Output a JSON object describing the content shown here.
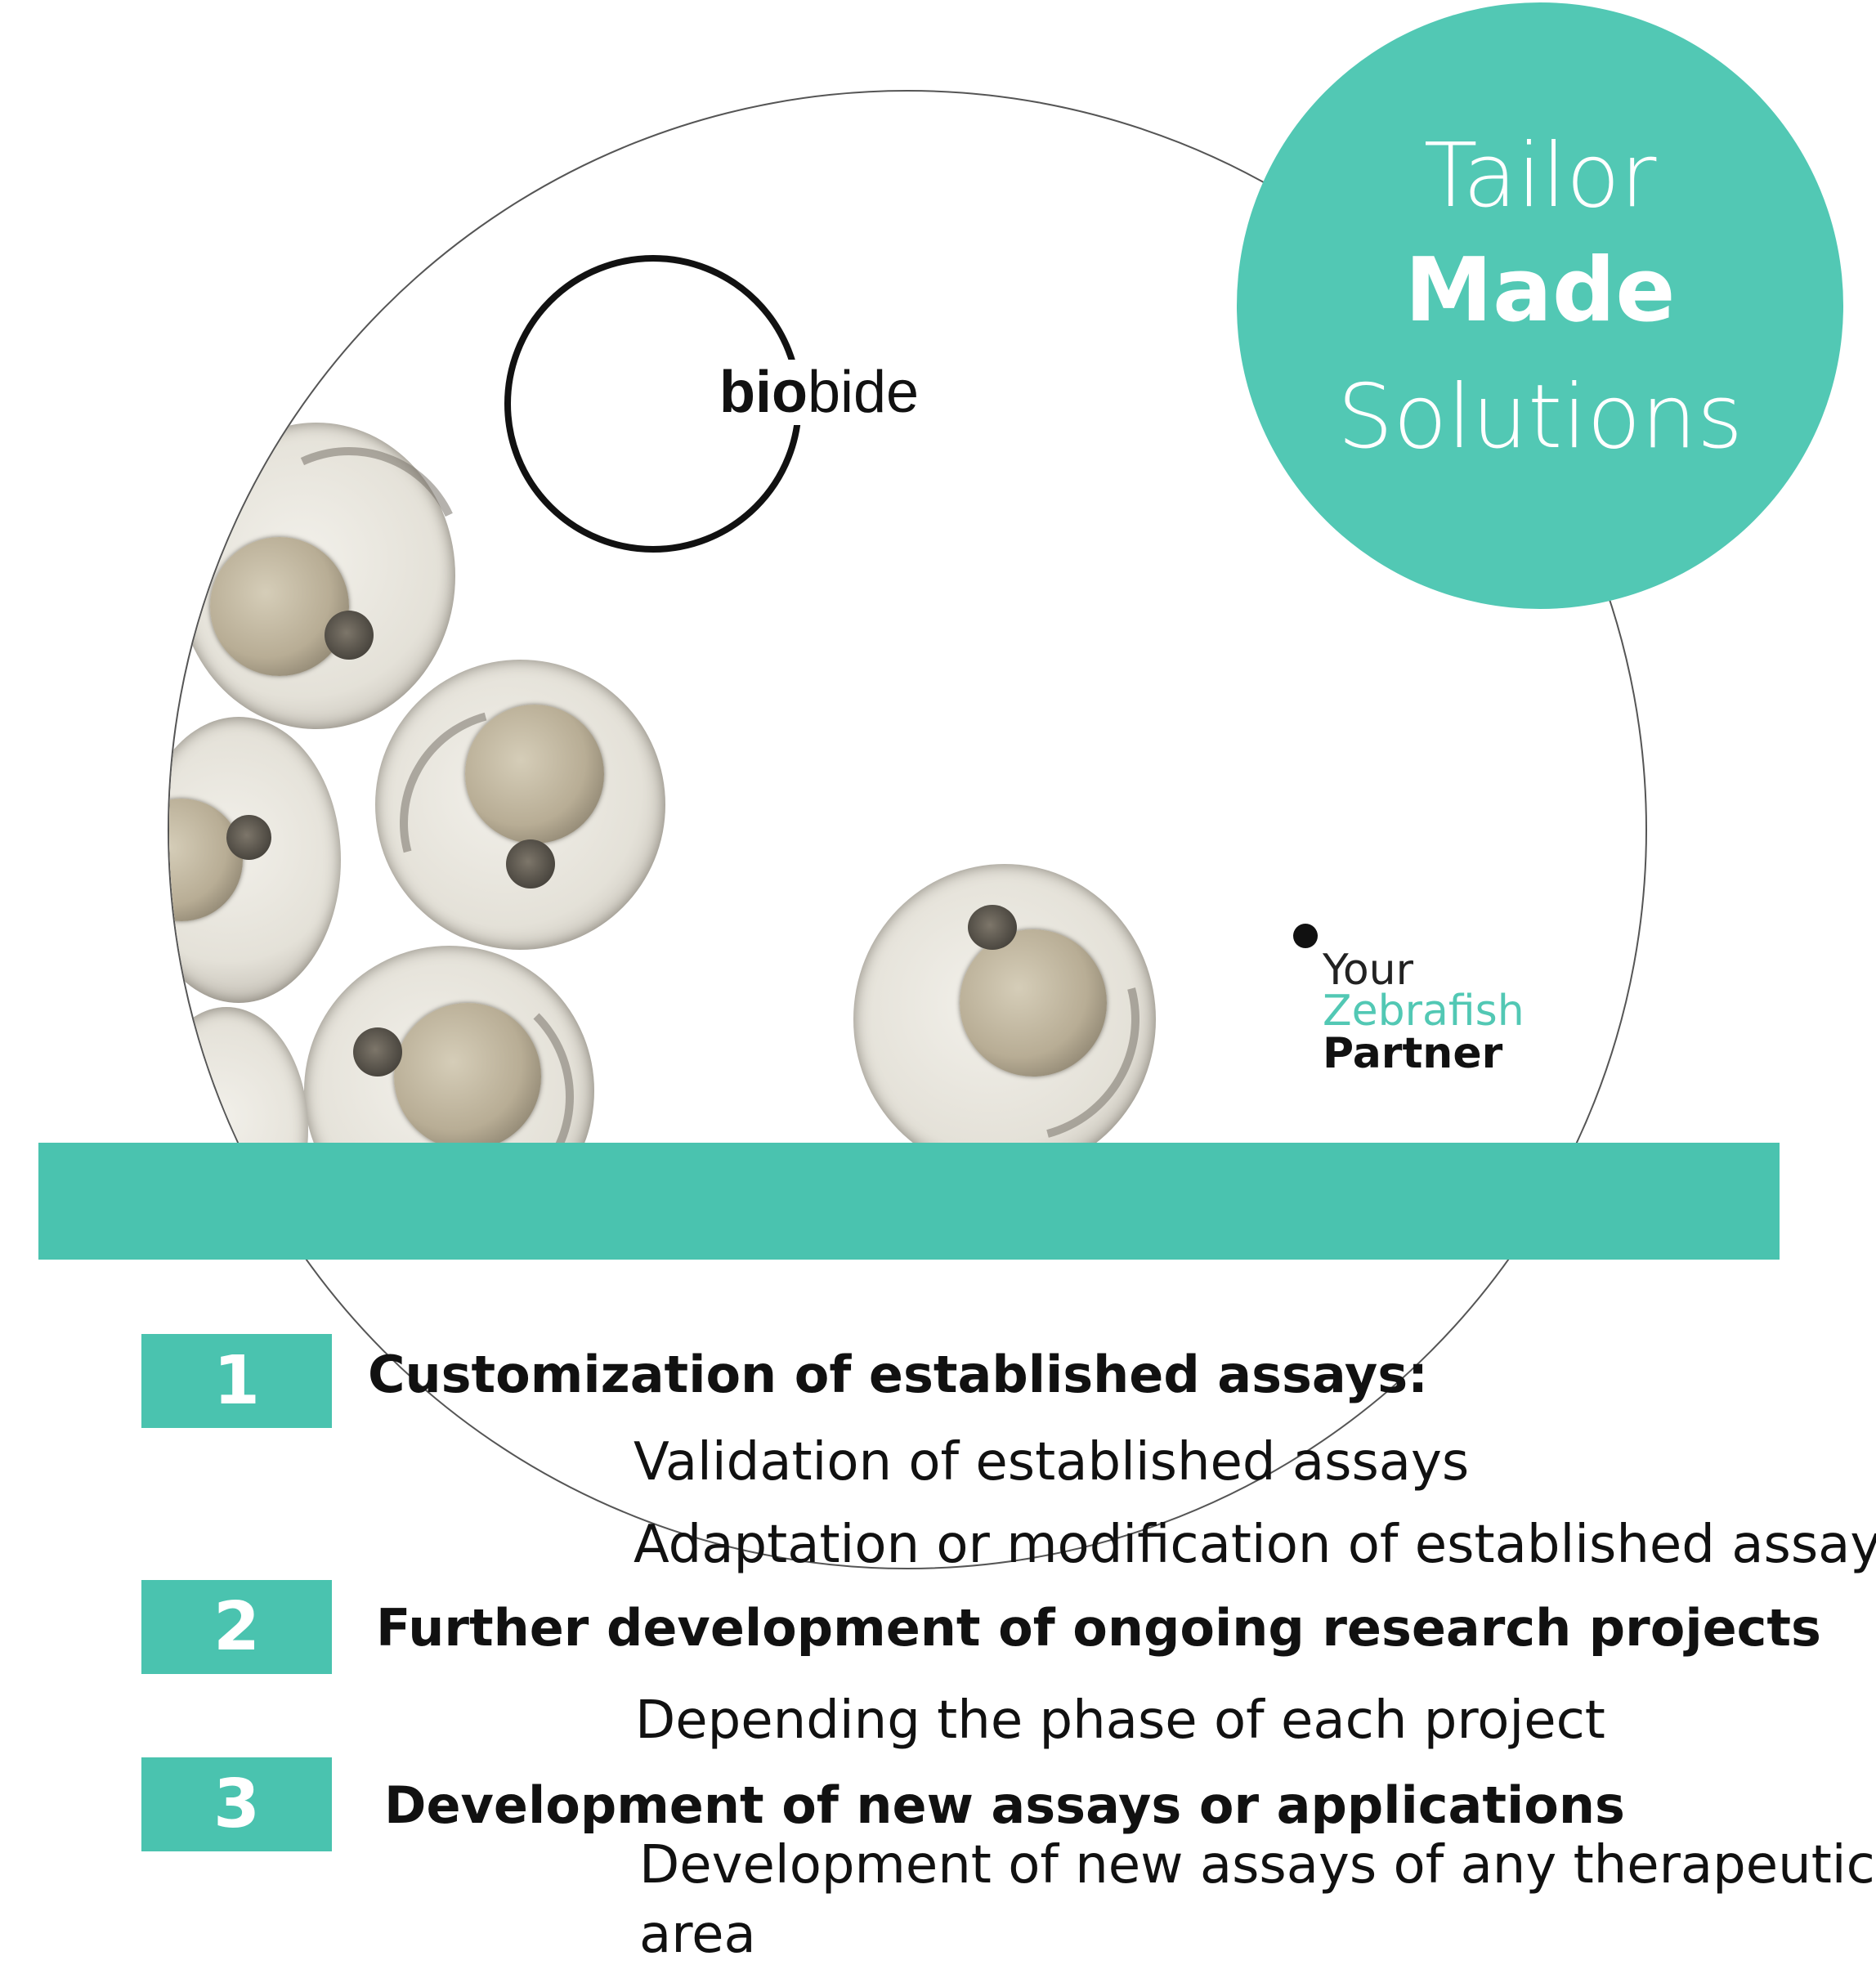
{
  "logo": {
    "bold": "bio",
    "light": "bide"
  },
  "badge": {
    "line1": "Tailor",
    "line2": "Made",
    "line3": "Solutions"
  },
  "tagline": {
    "line1": "Your",
    "line2": "Zebrafish",
    "line3": "Partner"
  },
  "colors": {
    "accent": "#4ac3af",
    "badge": "#52c8b4",
    "text": "#111111"
  },
  "items": [
    {
      "number": "1",
      "heading": "Customization of established assays:",
      "subs": [
        "Validation of established assays",
        "Adaptation or modification of established assay"
      ]
    },
    {
      "number": "2",
      "heading": "Further development of ongoing research projects",
      "subs": [
        "Depending the phase of each project"
      ]
    },
    {
      "number": "3",
      "heading": "Development of new assays or applications",
      "subs": [
        "Development of new assays of any therapeutic",
        "area"
      ]
    }
  ]
}
